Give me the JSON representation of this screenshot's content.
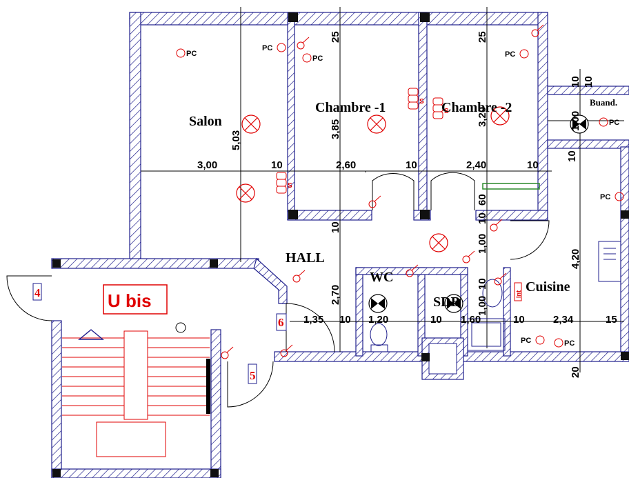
{
  "rooms": {
    "salon": "Salon",
    "chambre1": "Chambre -1",
    "chambre2": "Chambre -2",
    "buanderie": "Buand.",
    "hall": "HALL",
    "wc": "WC",
    "sdb": "SDB",
    "cuisine": "Cuisine"
  },
  "block_label": "U bis",
  "door_numbers": [
    "4",
    "5",
    "6"
  ],
  "dimensions_horizontal": [
    "3,00",
    "10",
    "2,60",
    "10",
    "2,40",
    "10",
    "1,35",
    "10",
    "1,20",
    "10",
    "1,60",
    "10",
    "2,34",
    "15"
  ],
  "dimensions_vertical": [
    "5,03",
    "3,85",
    "3,20",
    "25",
    "25",
    "10",
    "1,00",
    "10",
    "60",
    "2,70",
    "10",
    "1,00",
    "4,20",
    "20",
    "10",
    "10",
    "10",
    "1,00"
  ],
  "outlet_label": "PC",
  "fixture_labels": {
    "socket": "S",
    "interrupteur": "Int"
  },
  "colors": {
    "wall": "#1e1e8c",
    "electric": "#e00000",
    "dim_line": "#000000",
    "green_cabinet": "#2a8a2a"
  }
}
